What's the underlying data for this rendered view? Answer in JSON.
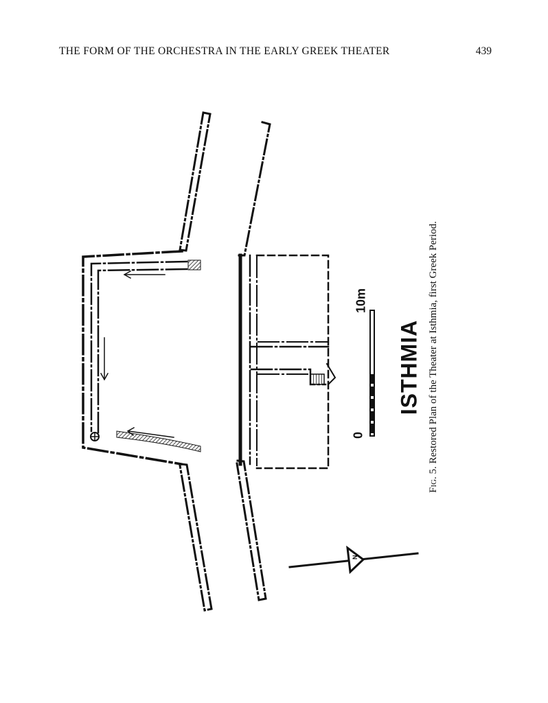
{
  "header": {
    "running_title": "THE FORM OF THE ORCHESTRA IN THE EARLY GREEK THEATER",
    "page_number": "439"
  },
  "figure": {
    "site_label": "ISTHMIA",
    "scale_bar": {
      "start_label": "0",
      "end_label": "10m"
    },
    "north_arrow_label": "N",
    "caption": {
      "fig_label": "Fig. 5.",
      "text": "Restored Plan of the Theater at Isthmia, first Greek Period."
    }
  }
}
